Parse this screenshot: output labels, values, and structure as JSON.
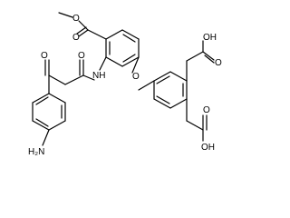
{
  "molecule": {
    "atoms": {
      "methoxy_o": "O",
      "ester_carbonyl_o": "O",
      "amide_nh": "NH",
      "ether_o": "O",
      "ketone_o": "O",
      "amide_o": "O",
      "acid_top_oh": "OH",
      "acid_top_o": "O",
      "acid_bottom_oh": "OH",
      "acid_bottom_o": "O",
      "amine": "H₂N"
    }
  }
}
